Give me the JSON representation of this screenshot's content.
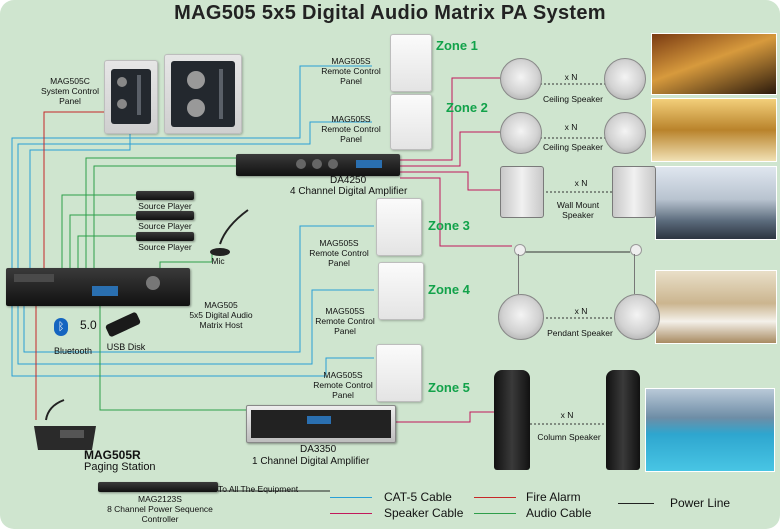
{
  "title": "MAG505 5x5 Digital Audio Matrix PA System",
  "zones": [
    "Zone 1",
    "Zone 2",
    "Zone 3",
    "Zone 4",
    "Zone 5"
  ],
  "remote_panel": {
    "model": "MAG505S",
    "line1": "Remote Control",
    "line2": "Panel"
  },
  "system_panel": {
    "model": "MAG505C",
    "line1": "System Control",
    "line2": "Panel"
  },
  "host": {
    "model": "MAG505",
    "line1": "5x5 Digital Audio",
    "line2": "Matrix Host"
  },
  "amp4": {
    "model": "DA4250",
    "desc": "4 Channel  Digital Amplifier"
  },
  "amp1": {
    "model": "DA3350",
    "desc": "1 Channel  Digital Amplifier"
  },
  "source_player": "Source Player",
  "mic": "Mic",
  "bluetooth": {
    "label": "Bluetooth",
    "version": "5.0"
  },
  "usb": "USB Disk",
  "paging": {
    "model": "MAG505R",
    "desc": "Paging Station"
  },
  "sequencer": {
    "model": "MAG2123S",
    "line1": "8 Channel Power Sequence",
    "line2": "Controller",
    "note": "To All The Equipment"
  },
  "speakers": {
    "ceiling": "Ceiling Speaker",
    "wall_line1": "Wall Mount",
    "wall_line2": "Speaker",
    "pendant": "Pendant  Speaker",
    "column": "Column Speaker",
    "multiplier": "x N"
  },
  "legend": {
    "cat5": "CAT-5  Cable",
    "fire": "Fire Alarm",
    "power": "Power Line",
    "speaker": "Speaker Cable",
    "audio": "Audio Cable"
  },
  "colors": {
    "background": "#cfe5cf",
    "cat5": "#2a9fd6",
    "speaker": "#c2185b",
    "fire": "#c62828",
    "audio": "#2e9e4a",
    "power": "#222222",
    "zone_text": "#12a24a"
  }
}
